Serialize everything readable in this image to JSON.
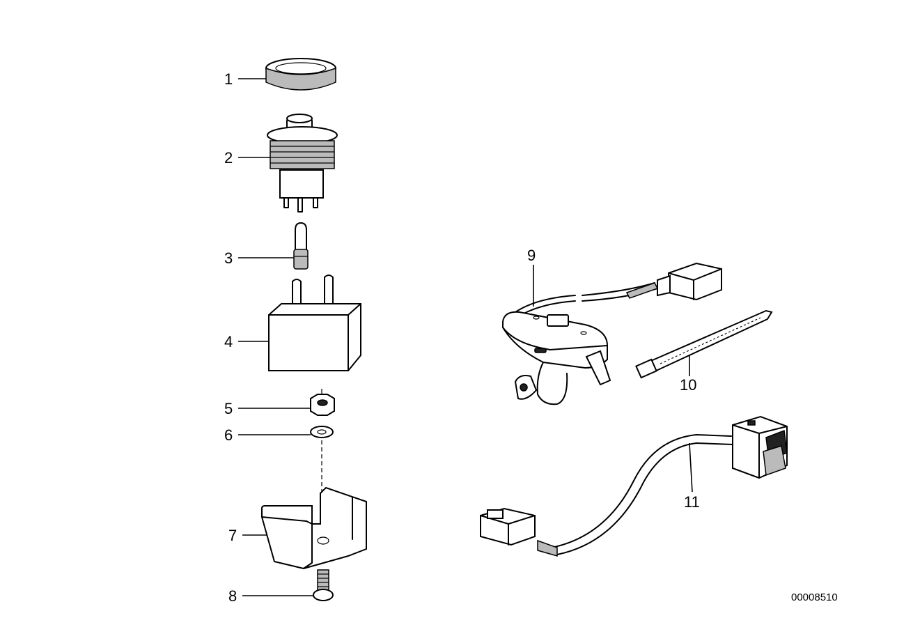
{
  "callouts": {
    "c1": "1",
    "c2": "2",
    "c3": "3",
    "c4": "4",
    "c5": "5",
    "c6": "6",
    "c7": "7",
    "c8": "8",
    "c9": "9",
    "c10": "10",
    "c11": "11"
  },
  "reference_number": "00008510",
  "colors": {
    "line": "#000000",
    "background": "#ffffff"
  }
}
